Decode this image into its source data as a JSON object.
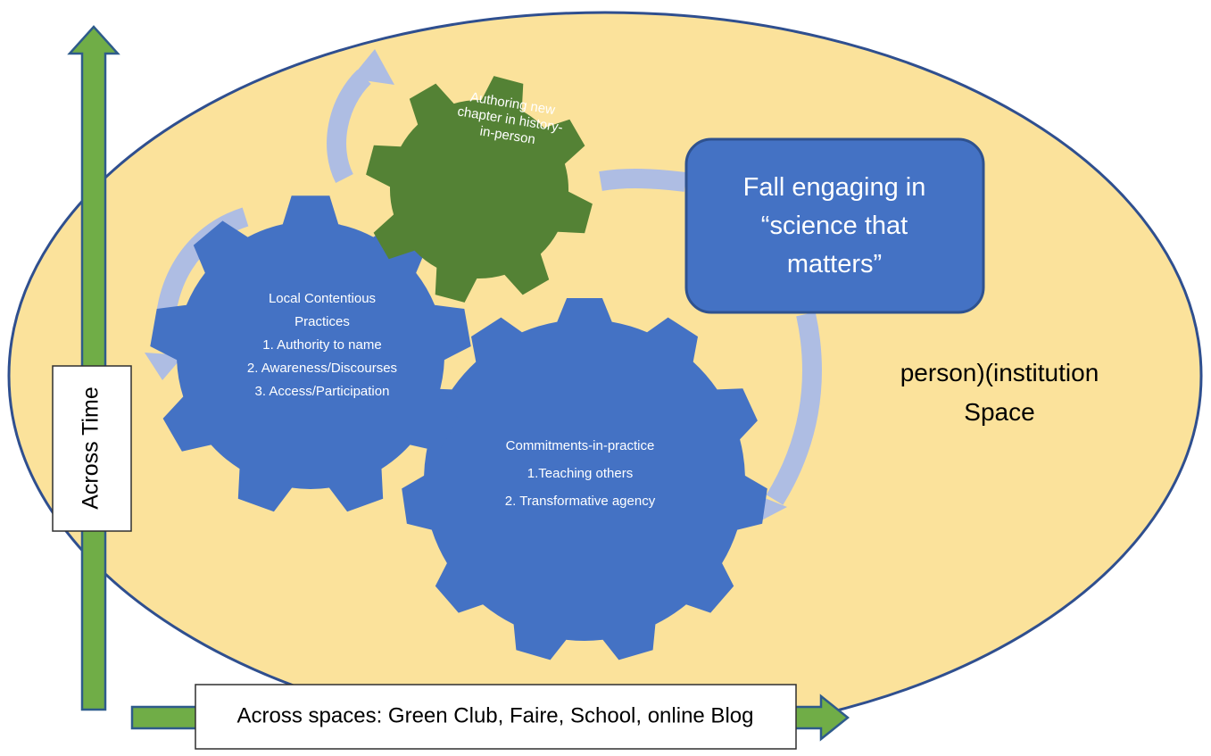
{
  "colors": {
    "background": "#ffffff",
    "ellipse_fill": "#fbe29b",
    "ellipse_stroke": "#2f4f8f",
    "gear_blue": "#4472c4",
    "gear_green": "#548235",
    "box_fill": "#4472c4",
    "box_stroke": "#2f528f",
    "cycle_arrow": "#aebde3",
    "axis_arrow": "#70ad47",
    "axis_arrow_stroke": "#2e5b8b",
    "label_box_stroke": "#2f2f2f"
  },
  "gears": {
    "authoring": {
      "lines": [
        "Authoring  new",
        "chapter in history-",
        "in-person"
      ]
    },
    "local": {
      "lines": [
        "Local Contentious",
        "Practices",
        "1. Authority to name",
        "2. Awareness/Discourses",
        "3. Access/Participation"
      ]
    },
    "commitments": {
      "lines": [
        "Commitments-in-practice",
        "1.Teaching others",
        "2. Transformative agency"
      ]
    }
  },
  "callout": {
    "lines": [
      "Fall engaging in",
      "“science that",
      "matters”"
    ]
  },
  "space_label": {
    "lines": [
      "person)(institution",
      "Space"
    ]
  },
  "axes": {
    "time_label": "Across Time",
    "spaces_label": "Across spaces: Green Club, Faire, School, online Blog"
  },
  "icons": {
    "cycle_arrows": "curved-arrow-icon",
    "axis_up": "arrow-up-icon",
    "axis_right": "arrow-right-icon"
  }
}
